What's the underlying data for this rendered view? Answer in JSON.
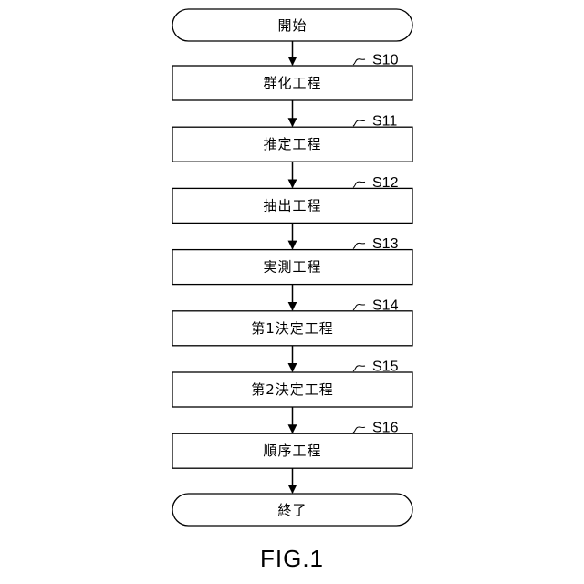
{
  "flowchart": {
    "start": "開始",
    "steps": [
      {
        "id": "S10",
        "label": "群化工程"
      },
      {
        "id": "S11",
        "label": "推定工程"
      },
      {
        "id": "S12",
        "label": "抽出工程"
      },
      {
        "id": "S13",
        "label": "実測工程"
      },
      {
        "id": "S14",
        "label": "第1決定工程"
      },
      {
        "id": "S15",
        "label": "第2決定工程"
      },
      {
        "id": "S16",
        "label": "順序工程"
      }
    ],
    "end": "終了"
  },
  "caption": "FIG.1"
}
